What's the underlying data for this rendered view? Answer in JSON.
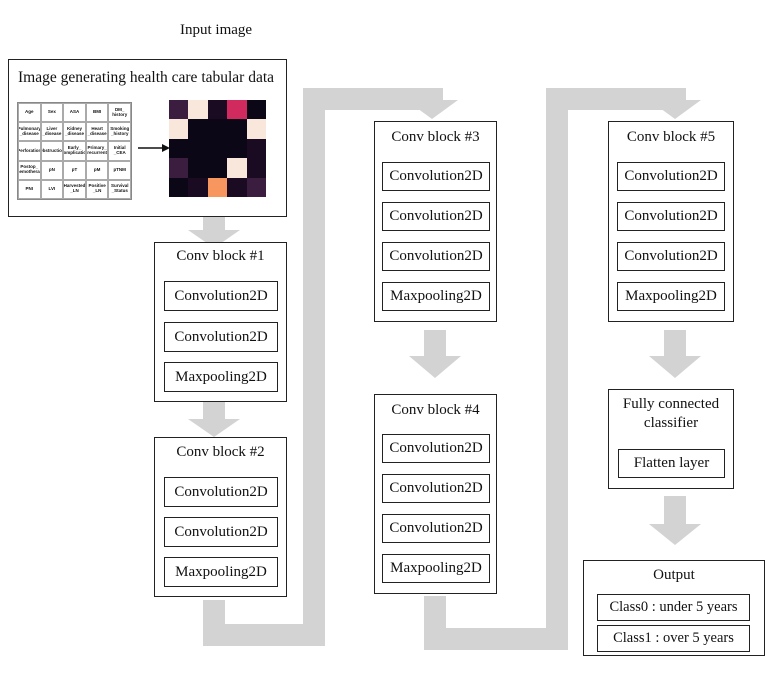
{
  "input_label": "Input image",
  "input_box_title": "Image generating health care tabular data",
  "table_cells": [
    "Age",
    "Sex",
    "ASA",
    "BMI",
    "DM_\nhistory",
    "Pulmonary\n_disease",
    "Liver\n_disease",
    "Kidney\n_disease",
    "Heart\n_disease",
    "Smoking\n_history",
    "Perforation",
    "Obstruction",
    "Early_\nComplication",
    "Primary_\nrecurrent",
    "Initial\n_CEA",
    "Postop_\nChemotherapy",
    "pN",
    "pT",
    "pM",
    "pTNM",
    "PNI",
    "LVI",
    "Harvested\n_LN",
    "Positive\n_LN",
    "Survival\n_Status"
  ],
  "heatmap_colors": [
    "#3b1d3f",
    "#f8e7da",
    "#1a0b22",
    "#d12a5e",
    "#0b0716",
    "#f8e7da",
    "#0b0716",
    "#0b0716",
    "#0b0716",
    "#f8e7da",
    "#0b0716",
    "#0b0716",
    "#0b0716",
    "#0b0716",
    "#1a0b22",
    "#3b1d3f",
    "#0b0716",
    "#0b0716",
    "#f8e7da",
    "#1a0b22",
    "#0b0716",
    "#1a0b22",
    "#f7965e",
    "#1a0b22",
    "#3b1d3f"
  ],
  "conv_block_1": {
    "title": "Conv block #1",
    "layers": [
      "Convolution2D",
      "Convolution2D",
      "Maxpooling2D"
    ]
  },
  "conv_block_2": {
    "title": "Conv block #2",
    "layers": [
      "Convolution2D",
      "Convolution2D",
      "Maxpooling2D"
    ]
  },
  "conv_block_3": {
    "title": "Conv block #3",
    "layers": [
      "Convolution2D",
      "Convolution2D",
      "Convolution2D",
      "Maxpooling2D"
    ]
  },
  "conv_block_4": {
    "title": "Conv block #4",
    "layers": [
      "Convolution2D",
      "Convolution2D",
      "Convolution2D",
      "Maxpooling2D"
    ]
  },
  "conv_block_5": {
    "title": "Conv block #5",
    "layers": [
      "Convolution2D",
      "Convolution2D",
      "Convolution2D",
      "Maxpooling2D"
    ]
  },
  "classifier": {
    "title_line1": "Fully connected",
    "title_line2": "classifier",
    "layer": "Flatten layer"
  },
  "output": {
    "title": "Output",
    "classes": [
      "Class0 : under 5 years",
      "Class1 : over 5 years"
    ]
  },
  "colors": {
    "arrow": "#d3d3d3",
    "border": "#222222"
  }
}
